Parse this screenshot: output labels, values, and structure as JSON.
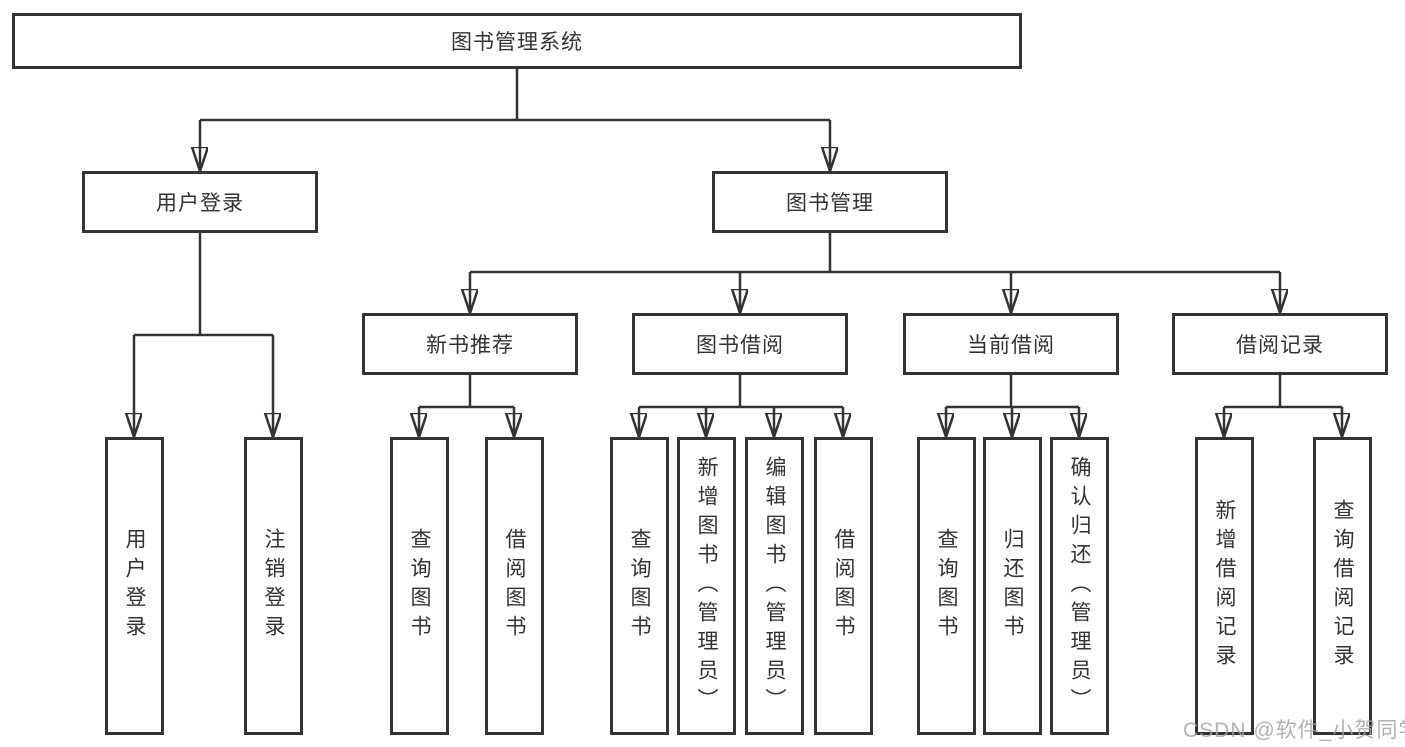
{
  "nodes": {
    "root": {
      "label": "图书管理系统"
    },
    "branches": [
      {
        "id": "user-login",
        "label": "用户登录"
      },
      {
        "id": "book-management",
        "label": "图书管理"
      }
    ],
    "sections": [
      {
        "id": "new-book-recommendation",
        "label": "新书推荐"
      },
      {
        "id": "book-borrowing",
        "label": "图书借阅"
      },
      {
        "id": "current-borrowing",
        "label": "当前借阅"
      },
      {
        "id": "borrowing-records",
        "label": "借阅记录"
      }
    ],
    "leaves": [
      {
        "id": "user-login",
        "label": "用户登录",
        "parent": "user-login"
      },
      {
        "id": "logout",
        "label": "注销登录",
        "parent": "user-login"
      },
      {
        "id": "query-books-recommend",
        "label": "查询图书",
        "parent": "new-book-recommendation"
      },
      {
        "id": "borrow-books-recommend",
        "label": "借阅图书",
        "parent": "new-book-recommendation"
      },
      {
        "id": "query-books-borrow",
        "label": "查询图书",
        "parent": "book-borrowing"
      },
      {
        "id": "add-books-admin",
        "label": "新增图书（管理员）",
        "parent": "book-borrowing"
      },
      {
        "id": "edit-books-admin",
        "label": "编辑图书（管理员）",
        "parent": "book-borrowing"
      },
      {
        "id": "borrow-books",
        "label": "借阅图书",
        "parent": "book-borrowing"
      },
      {
        "id": "query-books-current",
        "label": "查询图书",
        "parent": "current-borrowing"
      },
      {
        "id": "return-books",
        "label": "归还图书",
        "parent": "current-borrowing"
      },
      {
        "id": "confirm-return-admin",
        "label": "确认归还（管理员）",
        "parent": "current-borrowing"
      },
      {
        "id": "add-borrow-record",
        "label": "新增借阅记录",
        "parent": "borrowing-records"
      },
      {
        "id": "query-borrow-record",
        "label": "查询借阅记录",
        "parent": "borrowing-records"
      }
    ]
  },
  "watermark": {
    "text": "CSDN @软件_小贺同学"
  },
  "colors": {
    "line": "#333333",
    "box_border": "#333333",
    "text": "#333333",
    "watermark": "#a5a5a5",
    "background": "#ffffff"
  }
}
